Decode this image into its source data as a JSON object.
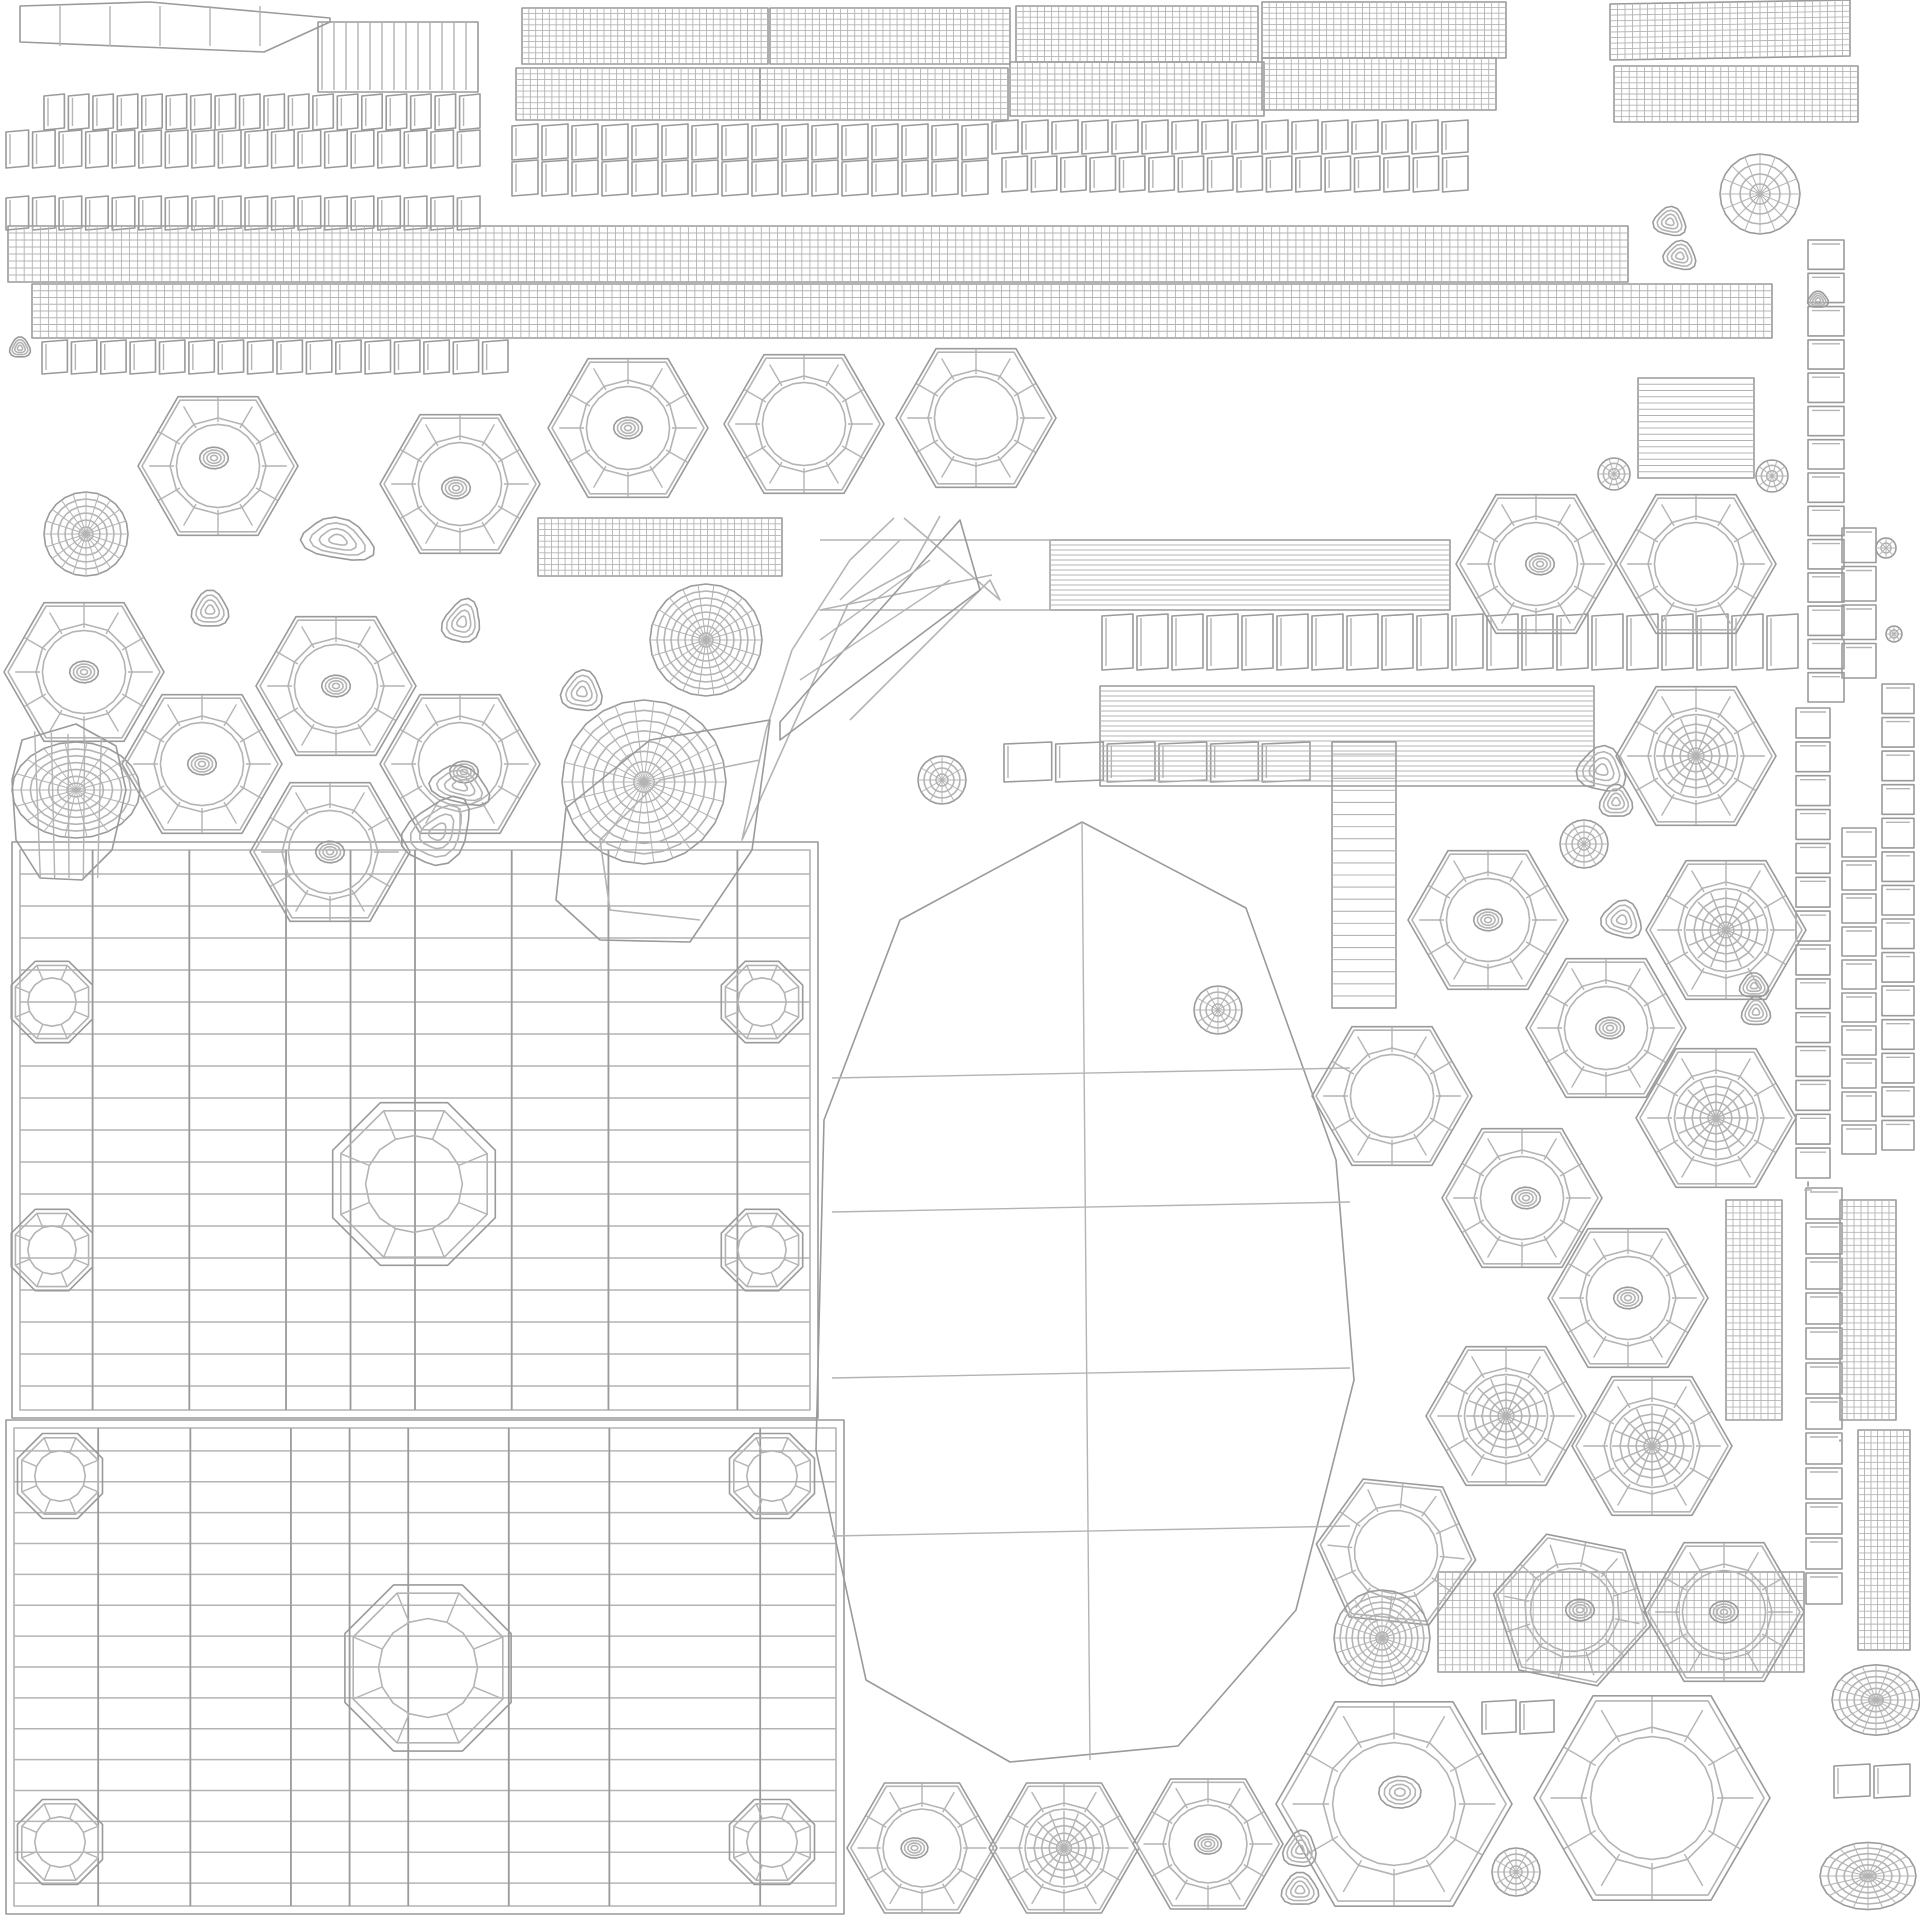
{
  "canvas": {
    "background": "#ffffff",
    "wire_color": "#b4b4b4",
    "wire_color_dark": "#9a9a9a"
  },
  "islands": {
    "hex_rings": 47,
    "dense_grids": 10,
    "row_strips": 12,
    "column_strips": 8,
    "large_panels": 2,
    "ellipse_fans": 18
  }
}
